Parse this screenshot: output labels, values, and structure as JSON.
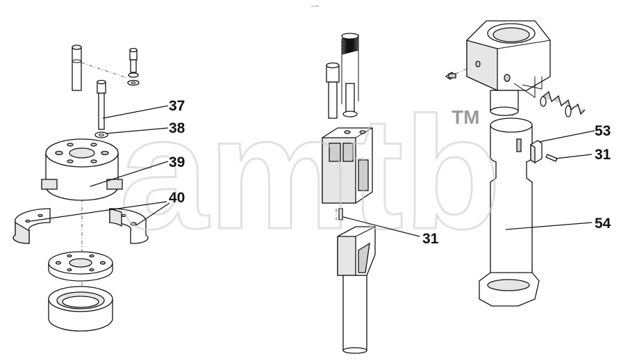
{
  "header": {
    "small_text": "ᵃᵇ ᵃᵃᵃ"
  },
  "watermark": {
    "logo_text": "amtb",
    "trademark": "TM"
  },
  "callouts": [
    {
      "id": "37",
      "text": "37"
    },
    {
      "id": "38",
      "text": "38"
    },
    {
      "id": "39",
      "text": "39"
    },
    {
      "id": "40",
      "text": "40"
    },
    {
      "id": "31a",
      "text": "31"
    },
    {
      "id": "53",
      "text": "53"
    },
    {
      "id": "31b",
      "text": "31"
    },
    {
      "id": "54",
      "text": "54"
    }
  ]
}
